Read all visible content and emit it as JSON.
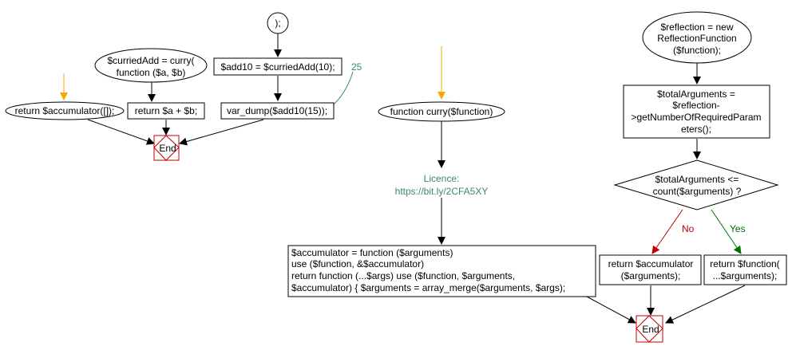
{
  "colors": {
    "start_arrow": "#f5a800",
    "end_stroke": "#c00000",
    "note_text": "#3a8a6a",
    "no_edge": "#c00000",
    "yes_edge": "#007000"
  },
  "nodes": {
    "start_a": {
      "lines": [
        "return $accumulator([]);"
      ]
    },
    "curried_add": {
      "lines": [
        "$curriedAdd = curry(",
        "function ($a, $b)"
      ]
    },
    "return_sum": {
      "lines": [
        "return $a + $b;"
      ]
    },
    "end_1": {
      "lines": [
        "End"
      ]
    },
    "call_paren": {
      "lines": [
        ");"
      ]
    },
    "add10": {
      "lines": [
        "$add10 = $curriedAdd(10);"
      ]
    },
    "var_dump": {
      "lines": [
        "var_dump($add10(15));"
      ]
    },
    "output_25": {
      "lines": [
        "25"
      ]
    },
    "curry_fn": {
      "lines": [
        "function curry($function)"
      ]
    },
    "licence": {
      "lines": [
        "Licence:",
        "https://bit.ly/2CFA5XY"
      ]
    },
    "accumulator": {
      "lines": [
        "$accumulator = function ($arguments)",
        "use ($function, &$accumulator)",
        "return function (...$args) use ($function, $arguments,",
        "$accumulator) { $arguments = array_merge($arguments, $args);"
      ]
    },
    "reflection": {
      "lines": [
        "$reflection = new",
        "ReflectionFunction",
        "($function);"
      ]
    },
    "total_args": {
      "lines": [
        "$totalArguments =",
        "$reflection-",
        ">getNumberOfRequiredParam",
        "eters();"
      ]
    },
    "decision": {
      "lines": [
        "$totalArguments <=",
        "count($arguments) ?"
      ]
    },
    "return_acc": {
      "lines": [
        "return $accumulator",
        "($arguments);"
      ]
    },
    "return_fn": {
      "lines": [
        "return $function(",
        "...$arguments);"
      ]
    },
    "end_2": {
      "lines": [
        "End"
      ]
    }
  },
  "edges": {
    "no": "No",
    "yes": "Yes"
  }
}
